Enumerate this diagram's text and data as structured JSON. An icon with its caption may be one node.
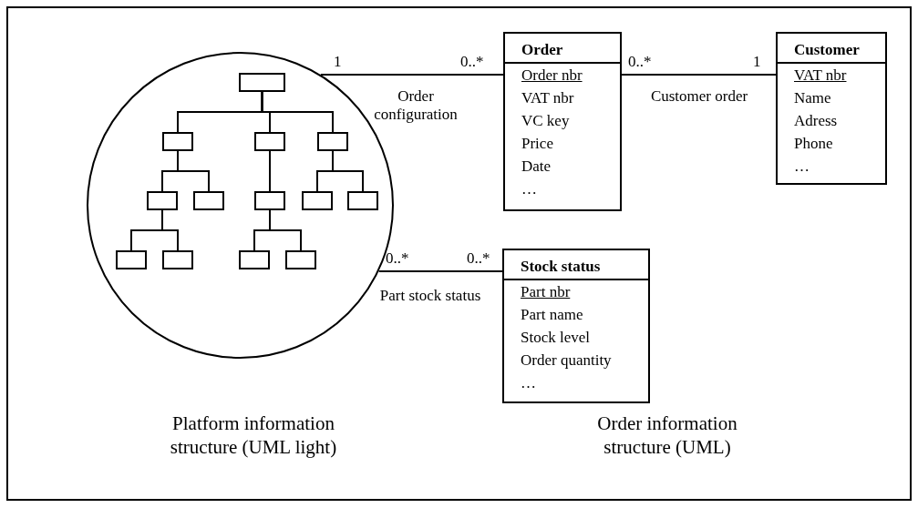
{
  "diagram": {
    "nodes": [
      {
        "text": [],
        "shape": "circle"
      },
      {
        "text": [],
        "shape": "box",
        "in": 0
      },
      {
        "text": [],
        "shape": "box",
        "in": 0
      },
      {
        "text": [],
        "shape": "box",
        "in": 0
      },
      {
        "text": [],
        "shape": "box",
        "in": 0
      },
      {
        "text": [],
        "shape": "box",
        "in": 0
      },
      {
        "text": [],
        "shape": "box",
        "in": 0
      },
      {
        "text": [],
        "shape": "box",
        "in": 0
      },
      {
        "text": [],
        "shape": "box",
        "in": 0
      },
      {
        "text": [],
        "shape": "box",
        "in": 0
      },
      {
        "text": [],
        "shape": "box",
        "in": 0
      },
      {
        "text": [],
        "shape": "box",
        "in": 0
      },
      {
        "text": [],
        "shape": "box",
        "in": 0
      },
      {
        "text": [],
        "shape": "box",
        "in": 0
      },
      {
        "text": [
          "Order",
          "Order nbr",
          "VAT nbr",
          "VC key",
          "Price",
          "Date",
          "…"
        ]
      },
      {
        "text": [
          "Customer",
          "VAT nbr",
          "Name",
          "Adress",
          "Phone",
          "…"
        ]
      },
      {
        "text": [
          "Stock status",
          "Part nbr",
          "Part name",
          "Stock level",
          "Order quantity",
          "…"
        ]
      }
    ],
    "edges": [
      {
        "from": 1,
        "to": 2,
        "arrow": "none"
      },
      {
        "from": 1,
        "to": 3,
        "arrow": "none"
      },
      {
        "from": 1,
        "to": 4,
        "arrow": "none"
      },
      {
        "from": 2,
        "to": 5,
        "arrow": "none"
      },
      {
        "from": 2,
        "to": 6,
        "arrow": "none"
      },
      {
        "from": 3,
        "to": 7,
        "arrow": "none"
      },
      {
        "from": 4,
        "to": 8,
        "arrow": "none"
      },
      {
        "from": 4,
        "to": 9,
        "arrow": "none"
      },
      {
        "from": 5,
        "to": 10,
        "arrow": "none"
      },
      {
        "from": 5,
        "to": 11,
        "arrow": "none"
      },
      {
        "from": 7,
        "to": 12,
        "arrow": "none"
      },
      {
        "from": 7,
        "to": 13,
        "arrow": "none"
      },
      {
        "from": 0,
        "to": 14,
        "arrow": "none",
        "label": "Order configuration"
      },
      {
        "from": 14,
        "to": 15,
        "arrow": "none",
        "label": "Customer order"
      },
      {
        "from": 0,
        "to": 16,
        "arrow": "none",
        "label": "Part stock status"
      }
    ],
    "labels": [
      "1",
      "0..*",
      "0..*",
      "1",
      "0..*",
      "0..*",
      "Platform information structure (UML light)",
      "Order information structure (UML)"
    ]
  }
}
